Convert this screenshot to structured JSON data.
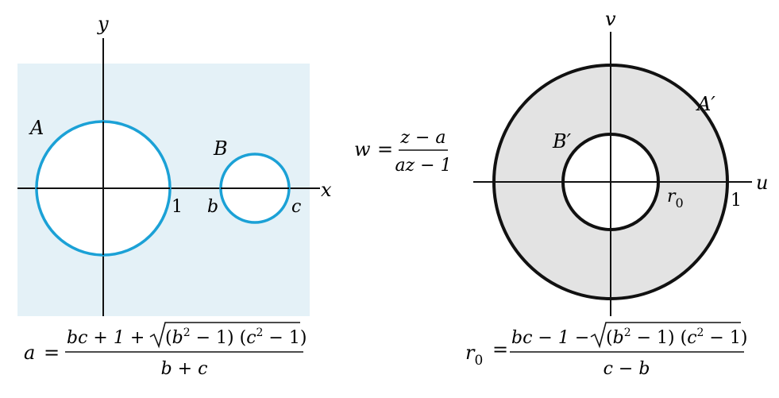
{
  "colors": {
    "left_region_fill": "#e4f1f7",
    "circle_blue": "#1ba1d6",
    "annulus_fill": "#e3e3e3",
    "ink": "#111111"
  },
  "left_plane": {
    "axis_x": "x",
    "axis_y": "y",
    "circle_A": "A",
    "circle_B": "B",
    "label_1": "1",
    "label_b": "b",
    "label_c": "c"
  },
  "mapping": {
    "lhs": "w",
    "eq": "=",
    "num": "z − a",
    "den": "az − 1"
  },
  "right_plane": {
    "axis_u": "u",
    "axis_v": "v",
    "circle_A": "A′",
    "circle_B": "B′",
    "label_r": "r",
    "label_r_sub": "0",
    "label_1": "1"
  },
  "formula_a": {
    "lhs": "a",
    "eq": "=",
    "num_prefix": "bc + 1 + ",
    "rad_b": "b",
    "rad_b_sup": "2",
    "rad_mid": " − 1) (",
    "rad_c": "c",
    "rad_c_sup": "2",
    "rad_end": " − 1)",
    "den": "b + c"
  },
  "formula_r0": {
    "lhs": "r",
    "lhs_sub": "0",
    "eq": "=",
    "num_prefix": "bc − 1 − ",
    "rad_b": "b",
    "rad_b_sup": "2",
    "rad_mid": " − 1) (",
    "rad_c": "c",
    "rad_c_sup": "2",
    "rad_end": " − 1)",
    "den": "c − b"
  }
}
